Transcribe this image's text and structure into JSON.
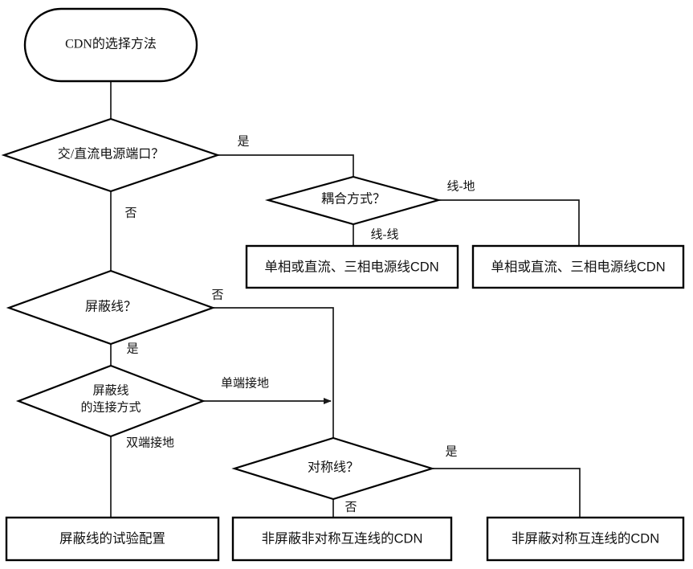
{
  "diagram": {
    "title": "CDN的选择方法",
    "type": "flowchart",
    "orientation": "top-down",
    "background_color": "#ffffff",
    "line_color": "#000000",
    "text_color": "#111111"
  },
  "nodes": {
    "start": {
      "id": "start",
      "shape": "terminator",
      "label": "CDN的选择方法"
    },
    "decision_power_port": {
      "id": "decision_power_port",
      "shape": "diamond",
      "label": "交/直流电源端口？"
    },
    "decision_coupling": {
      "id": "decision_coupling",
      "shape": "diamond",
      "label": "耦合方式？"
    },
    "decision_shielded": {
      "id": "decision_shielded",
      "shape": "diamond",
      "label": "屏蔽线？"
    },
    "decision_shield_connection": {
      "id": "decision_shield_connection",
      "shape": "diamond",
      "label_line1": "屏蔽线",
      "label_line2": "的连接方式"
    },
    "decision_symmetric": {
      "id": "decision_symmetric",
      "shape": "diamond",
      "label": "对称线？"
    },
    "box_power_cdn_left": {
      "id": "box_power_cdn_left",
      "shape": "process",
      "label": "单相或直流、三相电源线CDN"
    },
    "box_power_cdn_right": {
      "id": "box_power_cdn_right",
      "shape": "process",
      "label": "单相或直流、三相电源线CDN"
    },
    "box_shielded_setup": {
      "id": "box_shielded_setup",
      "shape": "process",
      "label": "屏蔽线的试验配置"
    },
    "box_unshielded_asym": {
      "id": "box_unshielded_asym",
      "shape": "process",
      "label": "非屏蔽非对称互连线的CDN"
    },
    "box_unshielded_sym": {
      "id": "box_unshielded_sym",
      "shape": "process",
      "label": "非屏蔽对称互连线的CDN"
    }
  },
  "edges": [
    {
      "id": "e_start_power",
      "from": "start",
      "to": "decision_power_port",
      "label": ""
    },
    {
      "id": "e_power_yes",
      "from": "decision_power_port",
      "to": "decision_coupling",
      "label": "是"
    },
    {
      "id": "e_power_no",
      "from": "decision_power_port",
      "to": "decision_shielded",
      "label": "否"
    },
    {
      "id": "e_coupling_line_ground",
      "from": "decision_coupling",
      "to": "box_power_cdn_right",
      "label": "线-地"
    },
    {
      "id": "e_coupling_line_line",
      "from": "decision_coupling",
      "to": "box_power_cdn_left",
      "label": "线-线"
    },
    {
      "id": "e_shielded_no",
      "from": "decision_shielded",
      "to": "decision_symmetric",
      "label": "否"
    },
    {
      "id": "e_shielded_yes",
      "from": "decision_shielded",
      "to": "decision_shield_connection",
      "label": "是"
    },
    {
      "id": "e_shield_single_ground",
      "from": "decision_shield_connection",
      "to": "decision_symmetric",
      "label": "单端接地"
    },
    {
      "id": "e_shield_double_ground",
      "from": "decision_shield_connection",
      "to": "box_shielded_setup",
      "label": "双端接地"
    },
    {
      "id": "e_symmetric_yes",
      "from": "decision_symmetric",
      "to": "box_unshielded_sym",
      "label": "是"
    },
    {
      "id": "e_symmetric_no",
      "from": "decision_symmetric",
      "to": "box_unshielded_asym",
      "label": "否"
    }
  ]
}
